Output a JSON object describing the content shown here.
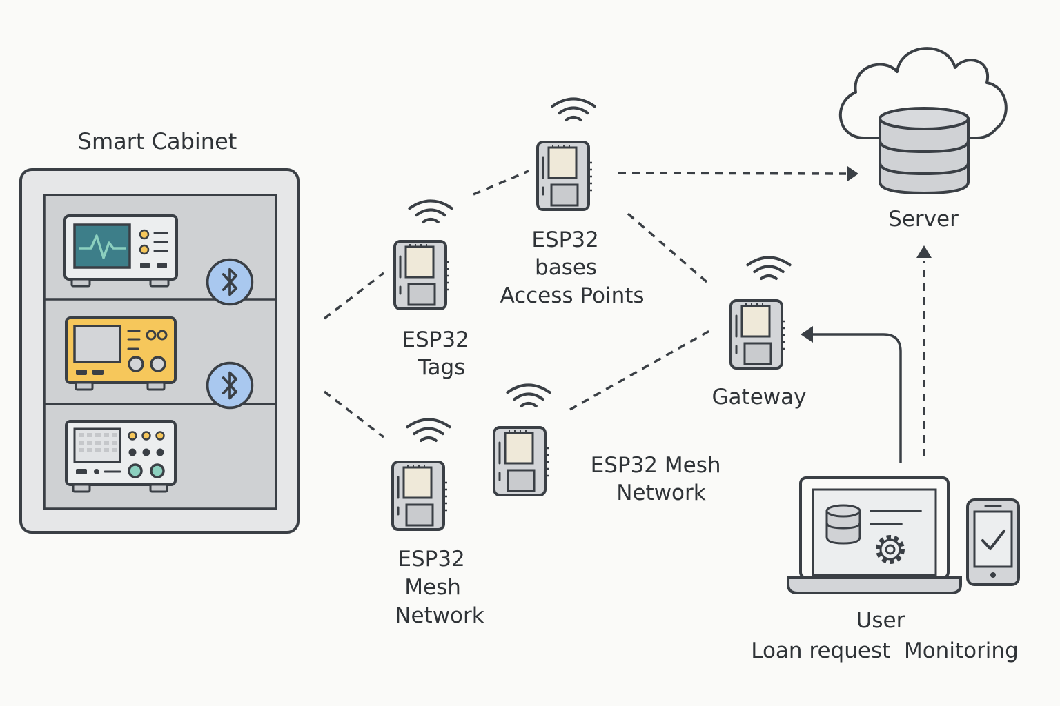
{
  "colors": {
    "outline": "#3a3f45",
    "device_gray": "#d3d5d8",
    "chip": "#efe9d9",
    "cabinet_outer": "#e6e7e8",
    "cabinet_inner": "#cfd1d3",
    "screen_teal": "#3d7e89",
    "signal": "#8cd0bf",
    "yellow_device": "#f6c75b",
    "bluetooth_fill": "#a9c8ef",
    "server_gray": "#d0d2d5"
  },
  "labels": {
    "smart_cabinet": "Smart Cabinet",
    "esp32_tags": [
      "ESP32",
      "Tags"
    ],
    "esp32_access_points": [
      "ESP32",
      "bases",
      "Access Points"
    ],
    "gateway": "Gateway",
    "server": "Server",
    "esp32_mesh_left": [
      "ESP32",
      "Mesh",
      "Network"
    ],
    "esp32_mesh_right": [
      "ESP32 Mesh",
      "Network"
    ],
    "user": "User",
    "user_actions": "Loan request  Monitoring"
  },
  "icons": {
    "bluetooth": "bluetooth-icon",
    "wifi": "wifi-icon",
    "esp32": "esp32-module-icon",
    "database": "database-icon",
    "cloud": "cloud-icon",
    "laptop": "laptop-icon",
    "phone": "smartphone-icon",
    "gear": "gear-icon",
    "check": "checkmark-icon"
  }
}
